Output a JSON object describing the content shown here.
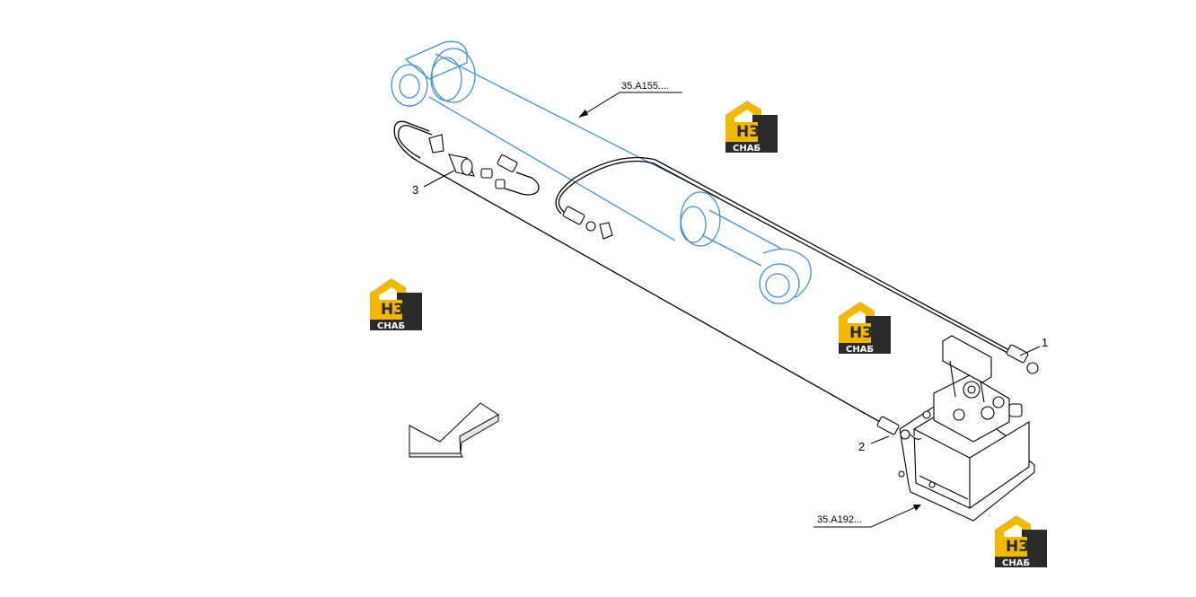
{
  "callouts": {
    "cylinder_ref": "35.A155....",
    "pump_ref": "35.A192..."
  },
  "item_numbers": {
    "item_1": "1",
    "item_2": "2",
    "item_3": "3"
  },
  "watermark": {
    "letters": "НЗ",
    "caption": "СНАБ",
    "colors": {
      "yellow": "#f2b800",
      "dark": "#2b2b2b",
      "white": "#ffffff"
    }
  },
  "colors": {
    "cylinder_outline": "#3f8fd6",
    "line_work": "#000000"
  },
  "icons": [
    "direction-arrow-icon",
    "logo-watermark-icon"
  ]
}
